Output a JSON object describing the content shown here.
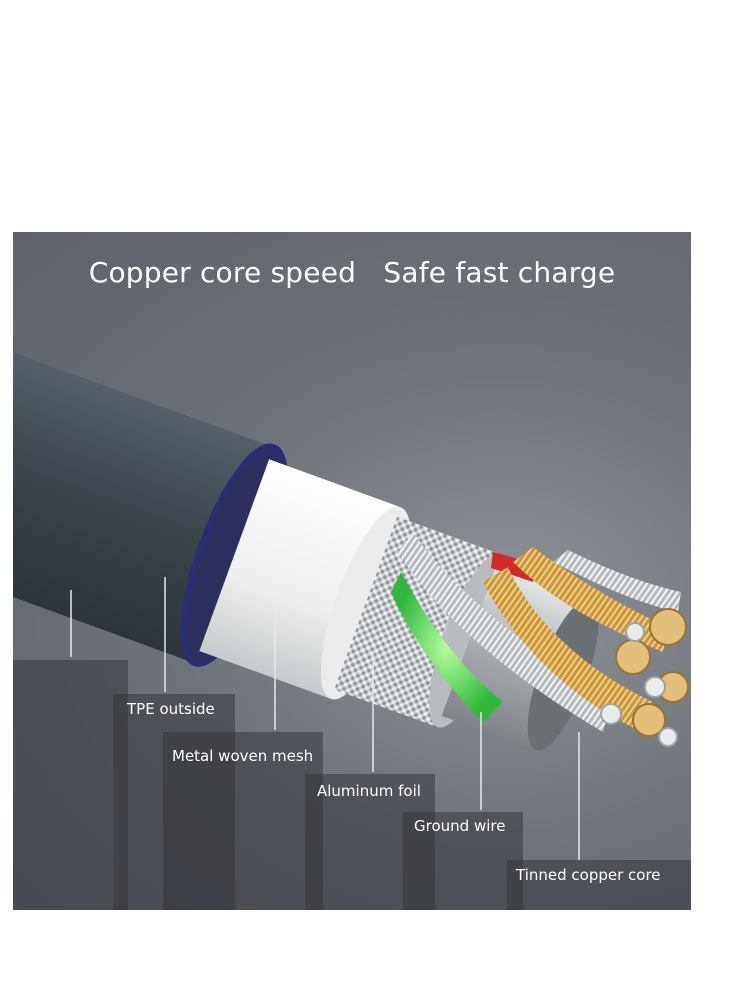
{
  "headline": "Copper core speed   Safe fast charge",
  "layers": [
    {
      "label": "TPE outside",
      "color": "#ffffff"
    },
    {
      "label": "Metal woven mesh",
      "color": "#cfd2d4"
    },
    {
      "label": "Aluminum foil",
      "color": "#b9bcbf"
    },
    {
      "label": "Ground wire",
      "color": "#e6e6e6"
    },
    {
      "label": "Tinned copper core",
      "color": "#d4a64a"
    }
  ],
  "colors": {
    "background": "#6f737a",
    "outer_jacket": "#3d434b",
    "inner_wire_green": "#3fd44b",
    "inner_wire_red": "#d02a2a"
  }
}
